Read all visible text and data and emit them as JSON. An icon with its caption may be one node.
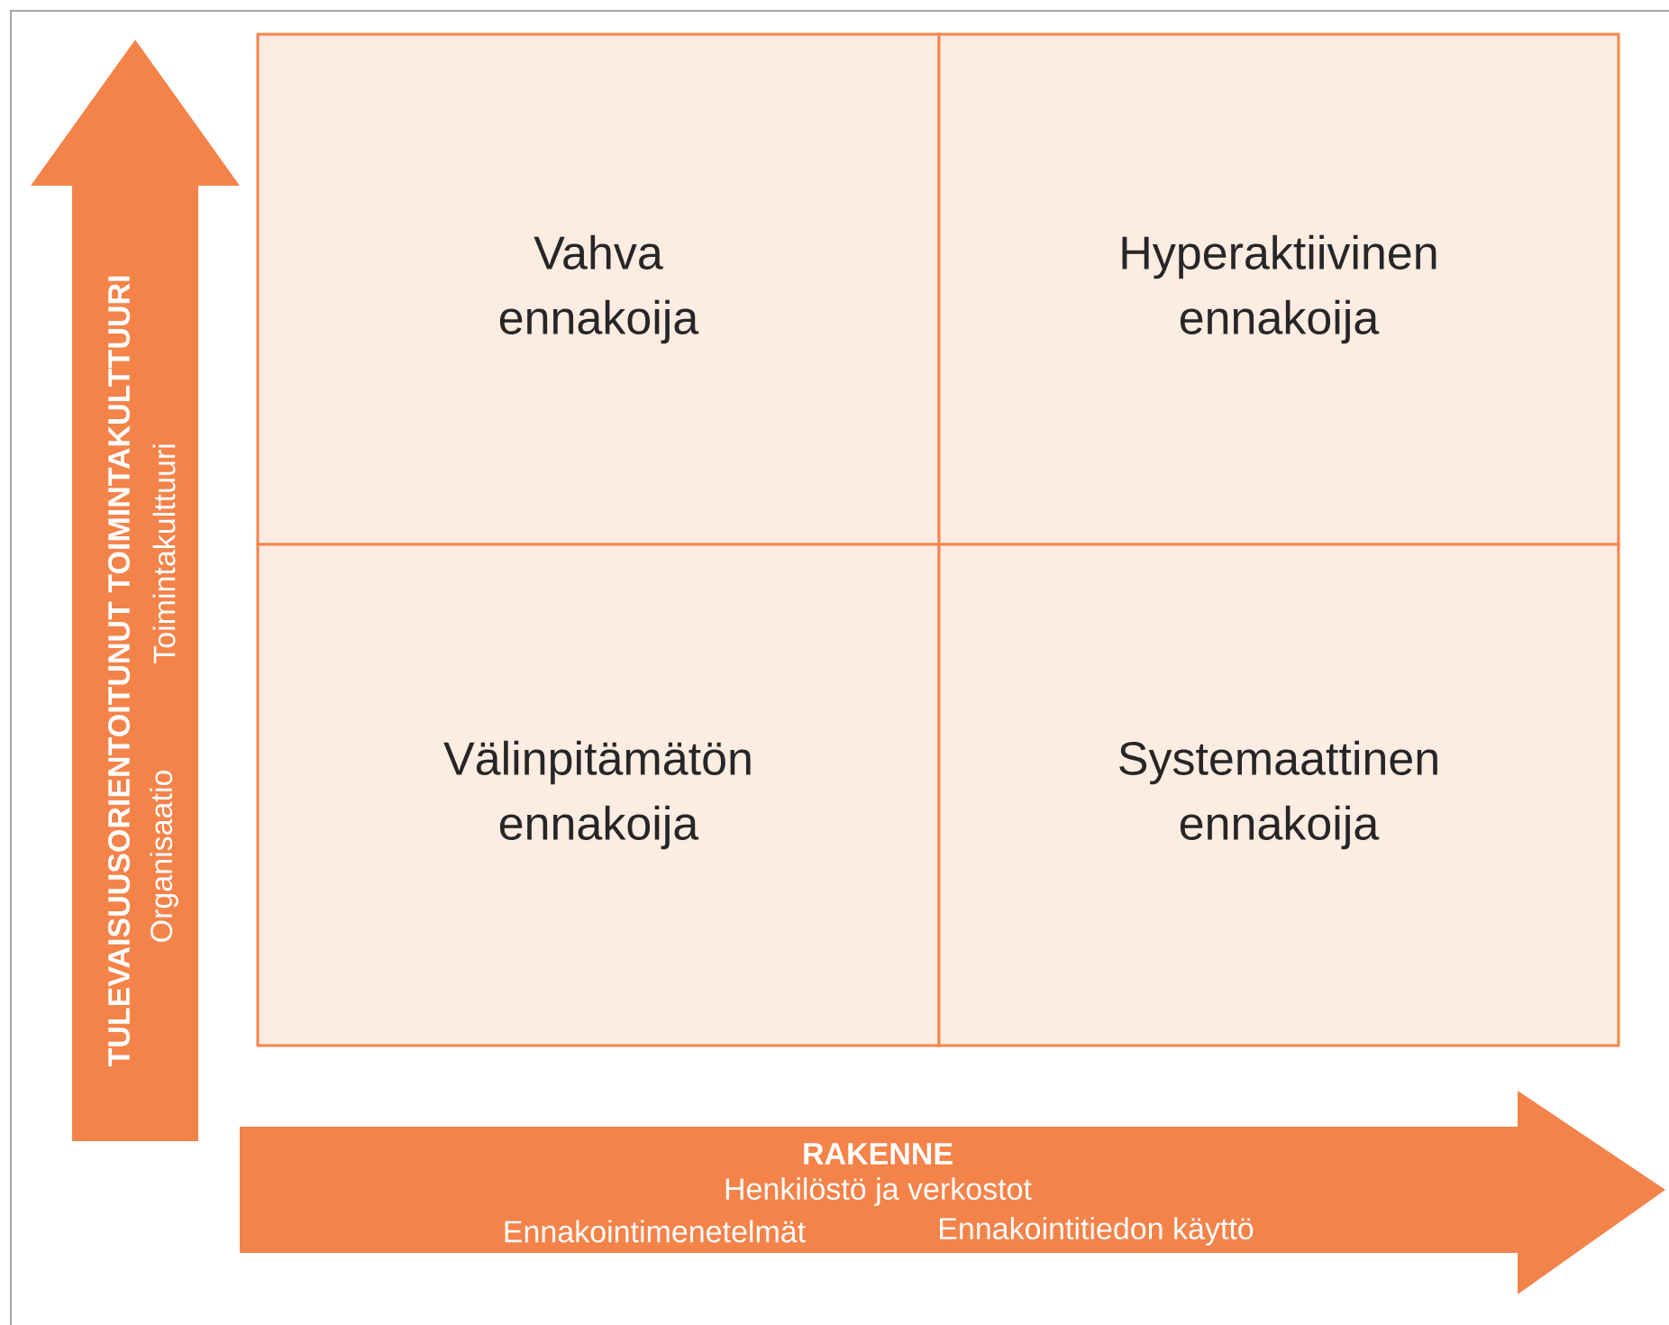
{
  "diagram": {
    "nodes": [
      {
        "text": [
          "Vahva ennakoija"
        ]
      },
      {
        "text": [
          "Hyperaktiivinen ennakoija"
        ]
      },
      {
        "text": [
          "Välinpitämätön ennakoija"
        ]
      },
      {
        "text": [
          "Systemaattinen ennakoija"
        ]
      }
    ],
    "edges": [],
    "labels": [
      "TULEVAISUUSORIENTOITUNUT TOIMINTAKULTTUURI",
      "Organisaatio",
      "Toimintakulttuuri",
      "RAKENNE",
      "Henkilöstö ja verkostot",
      "Ennakointimenetelmät",
      "Ennakointitiedon käyttö"
    ]
  }
}
